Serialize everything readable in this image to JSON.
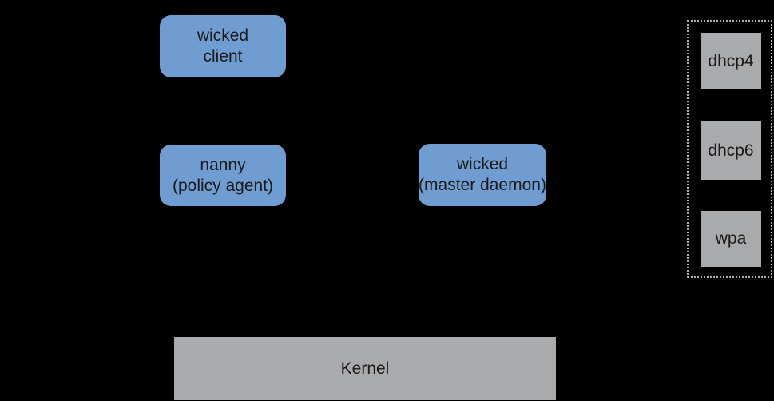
{
  "colors": {
    "background": "#000000",
    "node_blue": "#6f9dd1",
    "node_gray": "#a9aaac",
    "group_border": "#b1b2b4",
    "text": "#1a1a1a"
  },
  "nodes": {
    "wicked_client": {
      "line1": "wicked",
      "line2": "client"
    },
    "nanny": {
      "line1": "nanny",
      "line2": "(policy agent)"
    },
    "wicked_master": {
      "line1": "wicked",
      "line2": "(master daemon)"
    },
    "dhcp4": {
      "label": "dhcp4"
    },
    "dhcp6": {
      "label": "dhcp6"
    },
    "wpa": {
      "label": "wpa"
    },
    "kernel": {
      "label": "Kernel"
    }
  }
}
